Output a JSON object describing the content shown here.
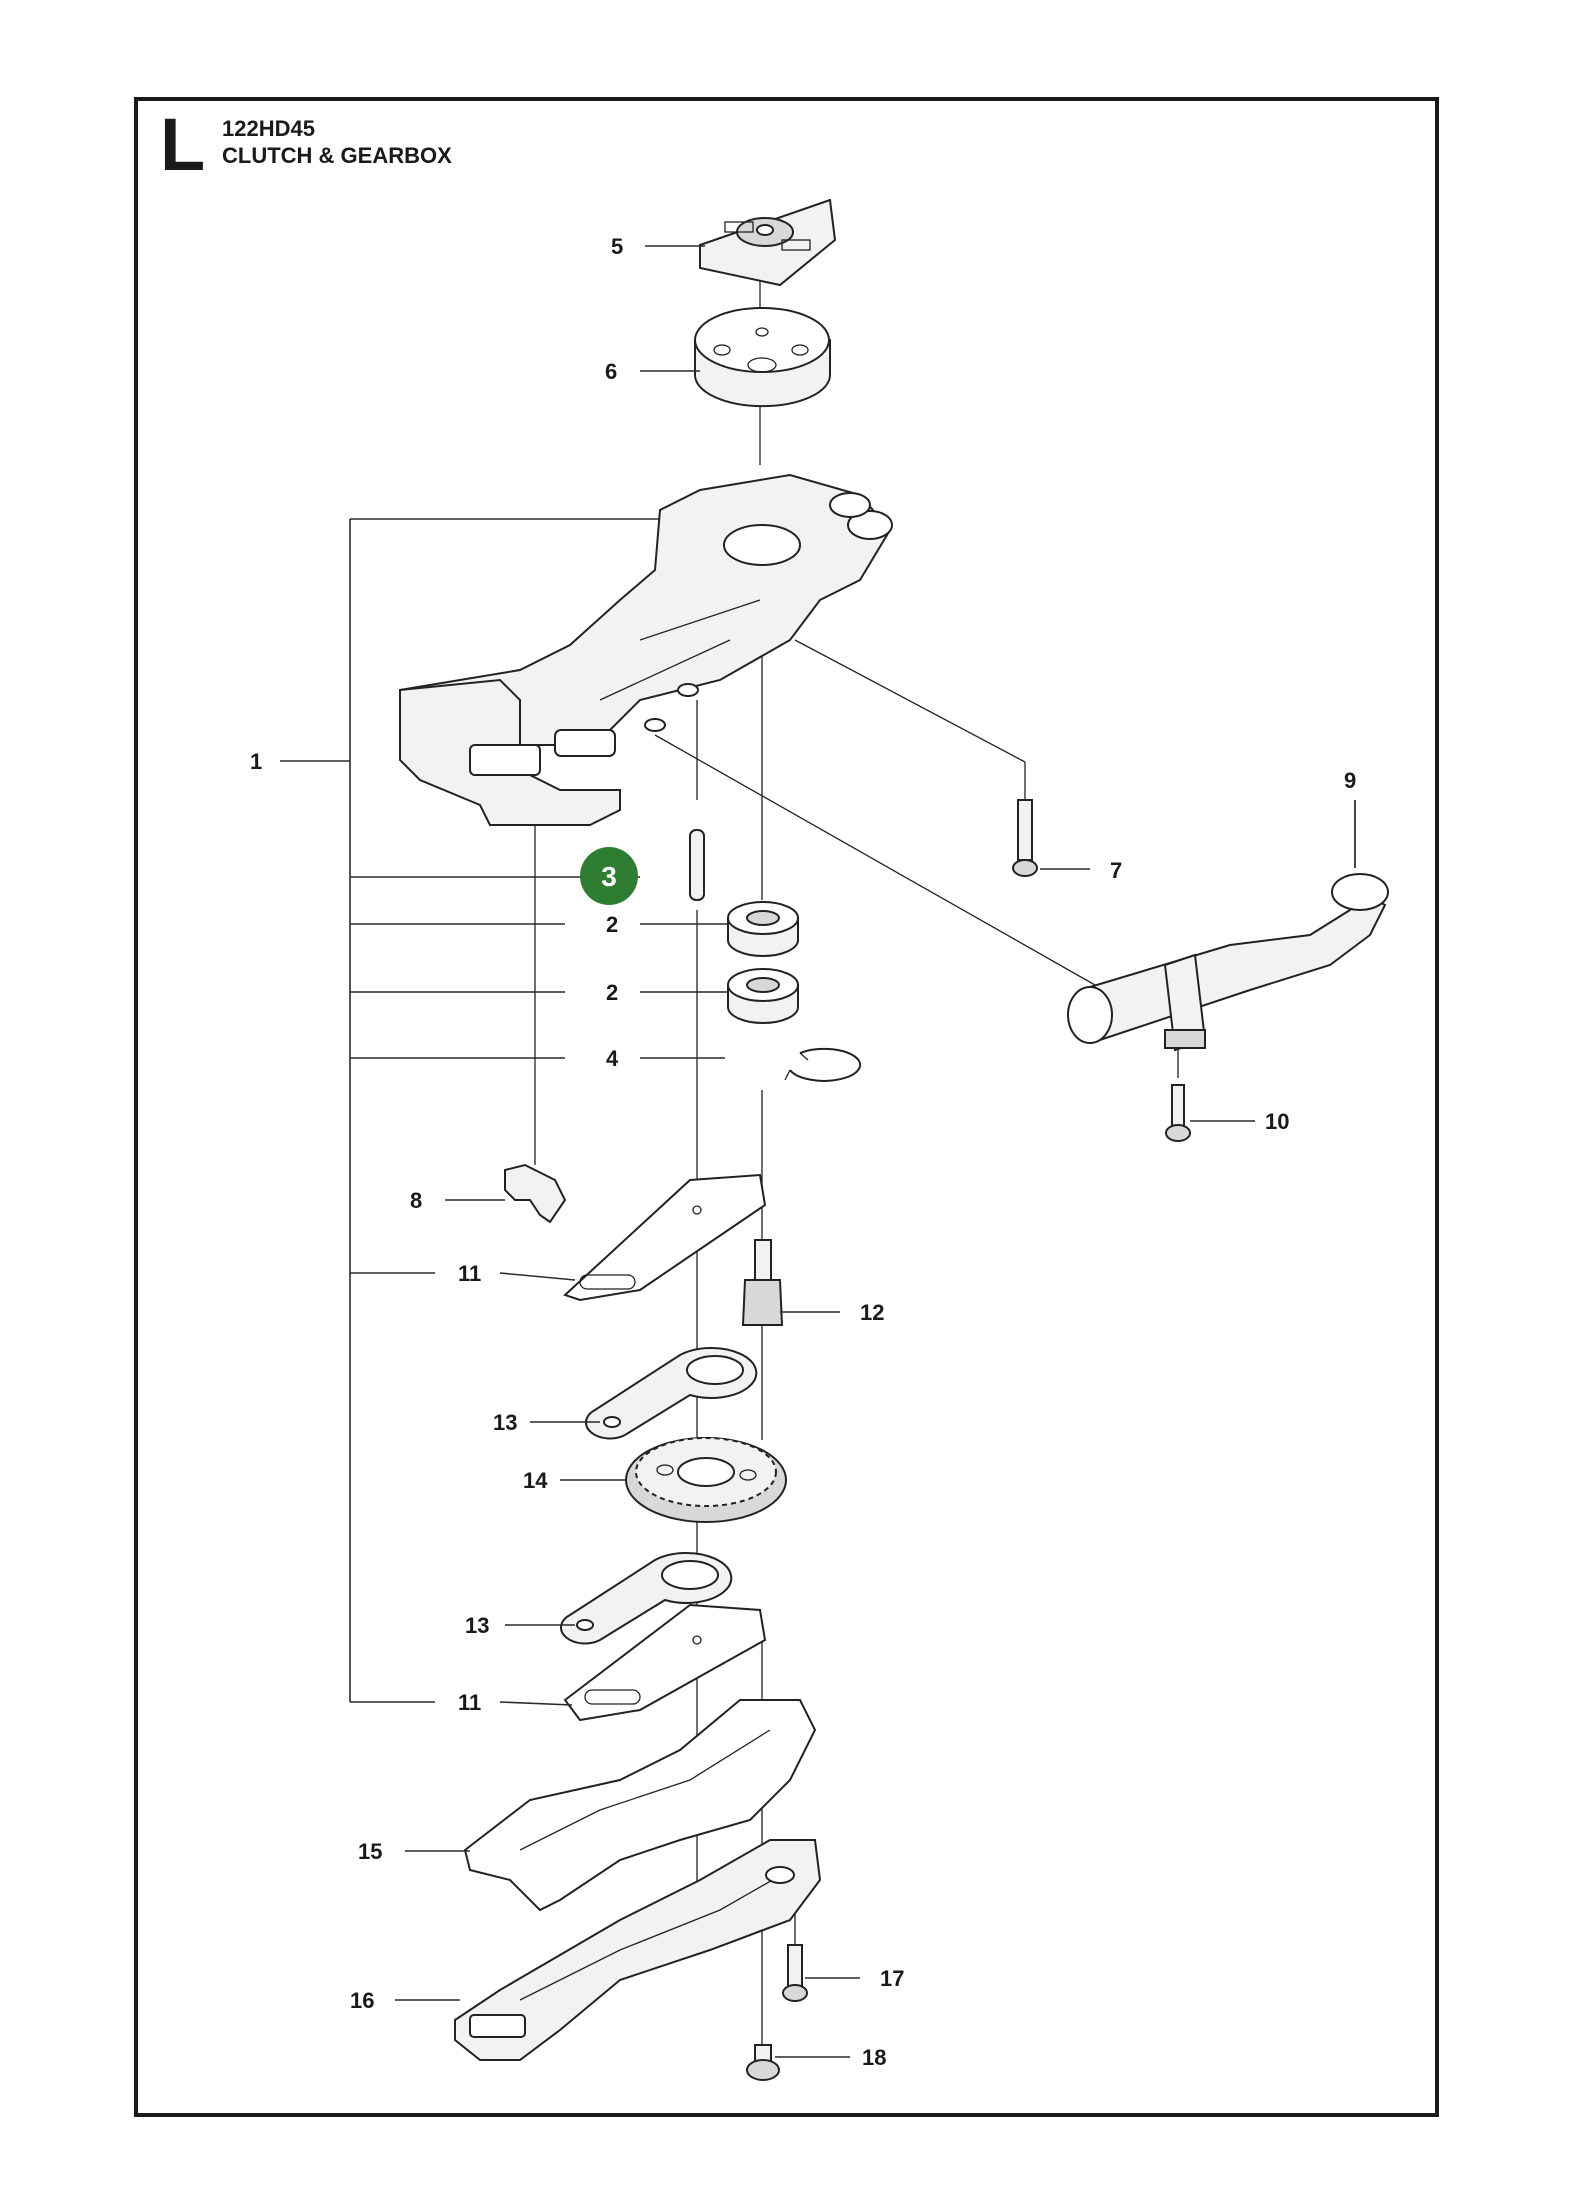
{
  "header": {
    "section_letter": "L",
    "model": "122HD45",
    "title": "CLUTCH & GEARBOX"
  },
  "highlight": {
    "number": "3",
    "color": "#2e7d32"
  },
  "callouts": [
    {
      "id": "1",
      "label": "1"
    },
    {
      "id": "2a",
      "label": "2"
    },
    {
      "id": "2b",
      "label": "2"
    },
    {
      "id": "4",
      "label": "4"
    },
    {
      "id": "5",
      "label": "5"
    },
    {
      "id": "6",
      "label": "6"
    },
    {
      "id": "7",
      "label": "7"
    },
    {
      "id": "8",
      "label": "8"
    },
    {
      "id": "9",
      "label": "9"
    },
    {
      "id": "10",
      "label": "10"
    },
    {
      "id": "11a",
      "label": "11"
    },
    {
      "id": "11b",
      "label": "11"
    },
    {
      "id": "12",
      "label": "12"
    },
    {
      "id": "13a",
      "label": "13"
    },
    {
      "id": "13b",
      "label": "13"
    },
    {
      "id": "14",
      "label": "14"
    },
    {
      "id": "15",
      "label": "15"
    },
    {
      "id": "16",
      "label": "16"
    },
    {
      "id": "17",
      "label": "17"
    },
    {
      "id": "18",
      "label": "18"
    }
  ]
}
